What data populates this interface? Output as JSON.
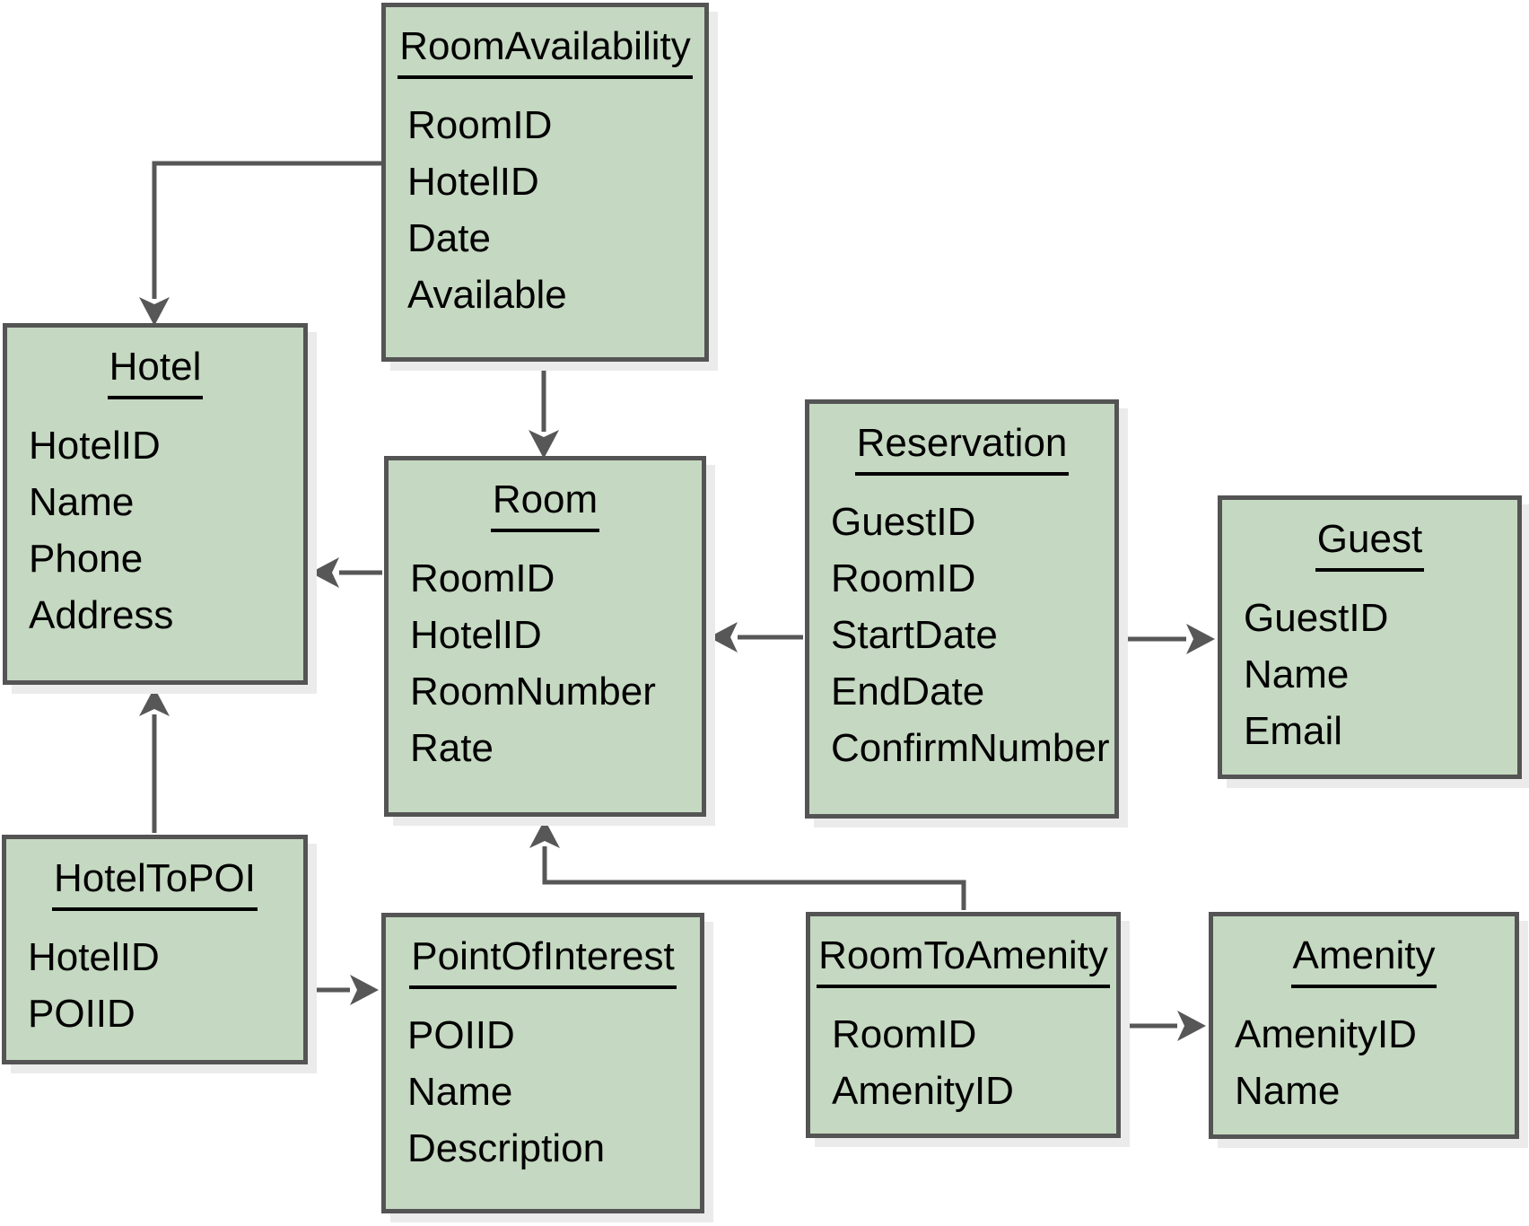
{
  "colors": {
    "background": "#ffffff",
    "box_fill": "#c5d8c1",
    "box_border": "#545454",
    "connector": "#575757",
    "text": "#000000",
    "shadow": "#ebebeb"
  },
  "entities": [
    {
      "name": "RoomAvailability",
      "fields": [
        "RoomID",
        "HotelID",
        "Date",
        "Available"
      ]
    },
    {
      "name": "Hotel",
      "fields": [
        "HotelID",
        "Name",
        "Phone",
        "Address"
      ]
    },
    {
      "name": "Room",
      "fields": [
        "RoomID",
        "HotelID",
        "RoomNumber",
        "Rate"
      ]
    },
    {
      "name": "Reservation",
      "fields": [
        "GuestID",
        "RoomID",
        "StartDate",
        "EndDate",
        "ConfirmNumber"
      ]
    },
    {
      "name": "Guest",
      "fields": [
        "GuestID",
        "Name",
        "Email"
      ]
    },
    {
      "name": "HotelToPOI",
      "fields": [
        "HotelID",
        "POIID"
      ]
    },
    {
      "name": "PointOfInterest",
      "fields": [
        "POIID",
        "Name",
        "Description"
      ]
    },
    {
      "name": "RoomToAmenity",
      "fields": [
        "RoomID",
        "AmenityID"
      ]
    },
    {
      "name": "Amenity",
      "fields": [
        "AmenityID",
        "Name"
      ]
    }
  ],
  "relationships": [
    {
      "from": "RoomAvailability",
      "to": "Hotel"
    },
    {
      "from": "RoomAvailability",
      "to": "Room"
    },
    {
      "from": "Room",
      "to": "Hotel"
    },
    {
      "from": "Reservation",
      "to": "Room"
    },
    {
      "from": "Reservation",
      "to": "Guest"
    },
    {
      "from": "HotelToPOI",
      "to": "Hotel"
    },
    {
      "from": "HotelToPOI",
      "to": "PointOfInterest"
    },
    {
      "from": "RoomToAmenity",
      "to": "Room"
    },
    {
      "from": "RoomToAmenity",
      "to": "Amenity"
    }
  ]
}
